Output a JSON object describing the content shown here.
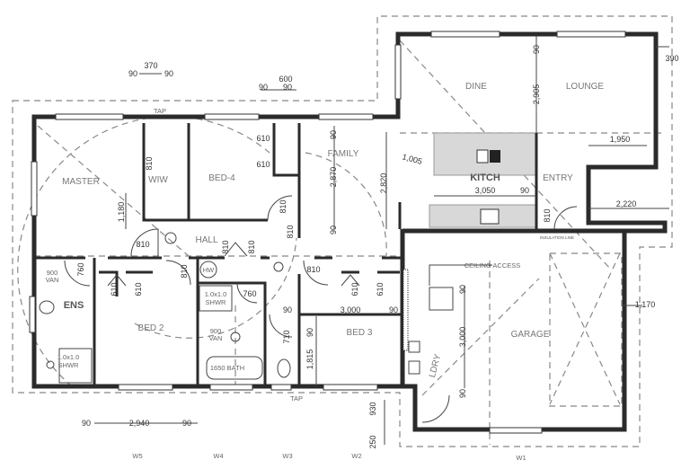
{
  "rooms": {
    "master": "MASTER",
    "wiw": "WIW",
    "bed4": "BED-4",
    "family": "FAMILY",
    "dine": "DINE",
    "lounge": "LOUNGE",
    "kitch": "KITCH",
    "entry": "ENTRY",
    "hall": "HALL",
    "ens": "ENS",
    "bed2": "BED 2",
    "bed3": "BED 3",
    "garage": "GARAGE",
    "ldry": "LDRY"
  },
  "fixtures": {
    "bath": "1650 BATH",
    "shwr_size": "1.0x1.0",
    "shwr": "SHWR",
    "van_size": "900",
    "van": "VAN",
    "hw": "HW",
    "ceiling_access": "CEILING ACCESS",
    "tap": "TAP",
    "insulation_line": "INSULATION LINE"
  },
  "windows": [
    "W5",
    "W4",
    "W3",
    "W2",
    "W1"
  ],
  "dims": {
    "d370": "370",
    "d90": "90",
    "d600": "600",
    "d390": "390",
    "d2905": "2,905",
    "d1950": "1,950",
    "d1005": "1,005",
    "d2820": "2,820",
    "d2870": "2,870",
    "d3050": "3,050",
    "d2220": "2,220",
    "d810": "810",
    "d610": "610",
    "d1180": "1,180",
    "d760": "760",
    "d3000": "3,000",
    "d1815": "1,815",
    "d710": "710",
    "d1170": "1,170",
    "d2940": "2,940",
    "d930": "930",
    "d250": "250"
  },
  "colors": {
    "wall": "#2b2b2b",
    "bench": "#d8d8d8",
    "label": "#777777"
  }
}
